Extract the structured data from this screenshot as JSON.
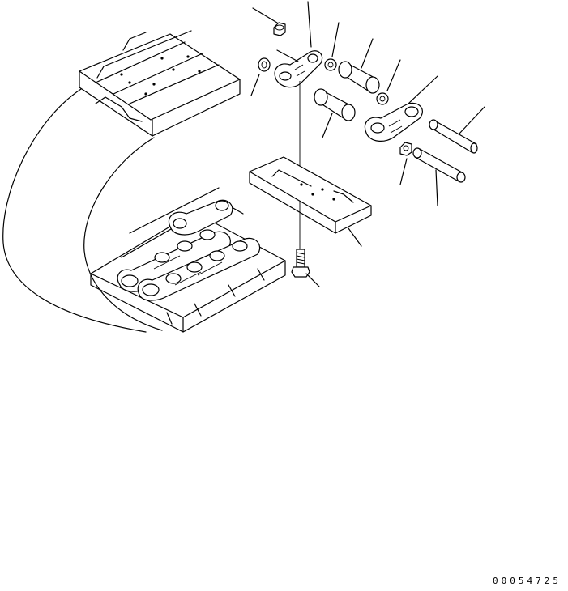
{
  "drawing": {
    "number": "00054725",
    "parts": [
      {
        "name": "nut"
      },
      {
        "name": "master-link-left"
      },
      {
        "name": "seal-ring-upper"
      },
      {
        "name": "bushing-upper"
      },
      {
        "name": "washer-left"
      },
      {
        "name": "seal-ring-right"
      },
      {
        "name": "bushing-lower"
      },
      {
        "name": "master-link-right"
      },
      {
        "name": "master-pin"
      },
      {
        "name": "seal-ring-lower"
      },
      {
        "name": "pin"
      },
      {
        "name": "track-shoe"
      },
      {
        "name": "shoe-bolt"
      }
    ]
  }
}
